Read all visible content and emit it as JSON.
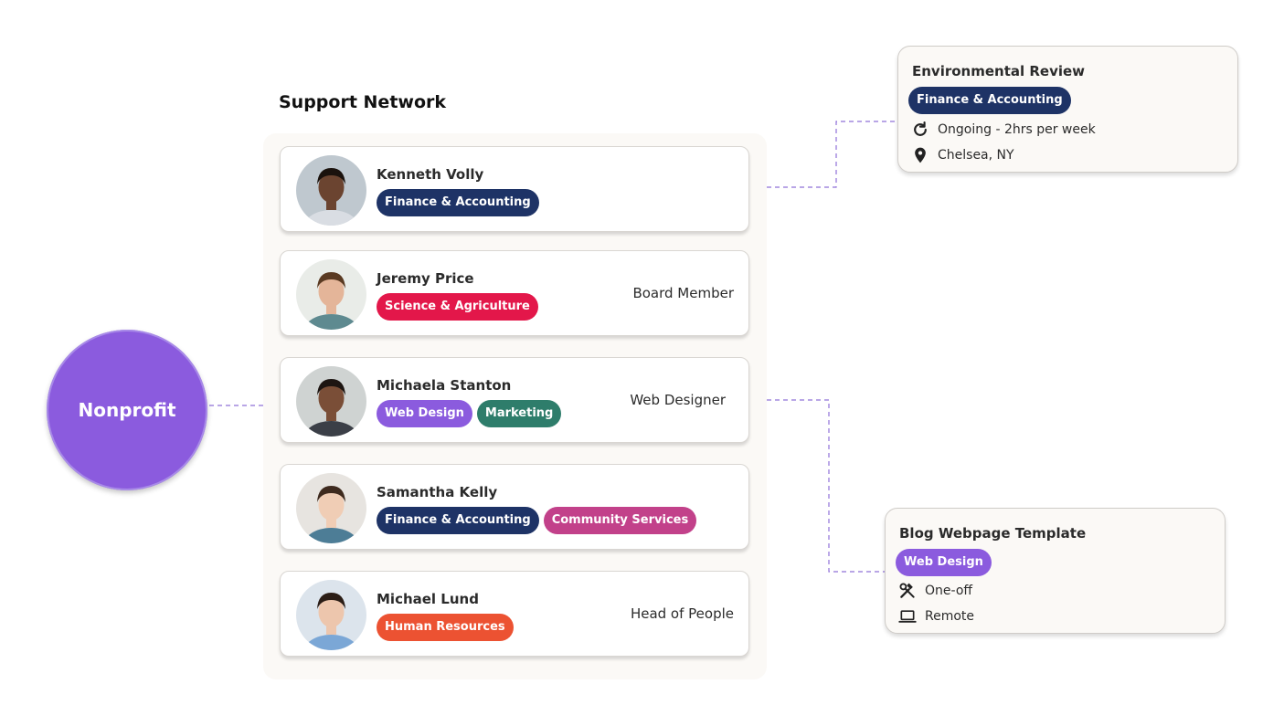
{
  "hub": {
    "label": "Nonprofit"
  },
  "network": {
    "title": "Support Network",
    "members": [
      {
        "name": "Kenneth Volly",
        "role": "",
        "tags": [
          {
            "label": "Finance & Accounting",
            "color": "#1e3366"
          }
        ],
        "skin": "#6b4430",
        "hair": "#1a120d",
        "shirt": "#d9dde3",
        "bg": "#bfc8cf"
      },
      {
        "name": "Jeremy Price",
        "role": "Board Member",
        "tags": [
          {
            "label": "Science & Agriculture",
            "color": "#e3174a"
          }
        ],
        "skin": "#e4b599",
        "hair": "#5a3a22",
        "shirt": "#5e8a90",
        "bg": "#e9ece8"
      },
      {
        "name": "Michaela Stanton",
        "role": "Web Designer",
        "tags": [
          {
            "label": "Web Design",
            "color": "#8b5bde"
          },
          {
            "label": "Marketing",
            "color": "#2e7d6b"
          }
        ],
        "skin": "#7a4e37",
        "hair": "#1d1512",
        "shirt": "#3b3f47",
        "bg": "#cfd3d2"
      },
      {
        "name": "Samantha Kelly",
        "role": "",
        "tags": [
          {
            "label": "Finance & Accounting",
            "color": "#1e3366"
          },
          {
            "label": "Community Services",
            "color": "#c2418a"
          }
        ],
        "skin": "#f0cdb5",
        "hair": "#3e2a1e",
        "shirt": "#4d7d96",
        "bg": "#e7e4e0"
      },
      {
        "name": "Michael Lund",
        "role": "Head of People",
        "tags": [
          {
            "label": "Human Resources",
            "color": "#ec5232"
          }
        ],
        "skin": "#edc6ad",
        "hair": "#2b1d16",
        "shirt": "#7ba7d6",
        "bg": "#dce4ec"
      }
    ]
  },
  "projects": [
    {
      "title": "Environmental Review",
      "tag": {
        "label": "Finance & Accounting",
        "color": "#1e3366"
      },
      "rows": [
        {
          "icon": "refresh-icon",
          "text": "Ongoing - 2hrs per week"
        },
        {
          "icon": "location-pin-icon",
          "text": "Chelsea, NY"
        }
      ]
    },
    {
      "title": "Blog Webpage Template",
      "tag": {
        "label": "Web Design",
        "color": "#8b5bde"
      },
      "rows": [
        {
          "icon": "tools-icon",
          "text": "One-off"
        },
        {
          "icon": "laptop-icon",
          "text": "Remote"
        }
      ]
    }
  ],
  "colors": {
    "accent": "#8b5bde",
    "connector": "#8f70d8",
    "panel": "#fbf9f6"
  }
}
